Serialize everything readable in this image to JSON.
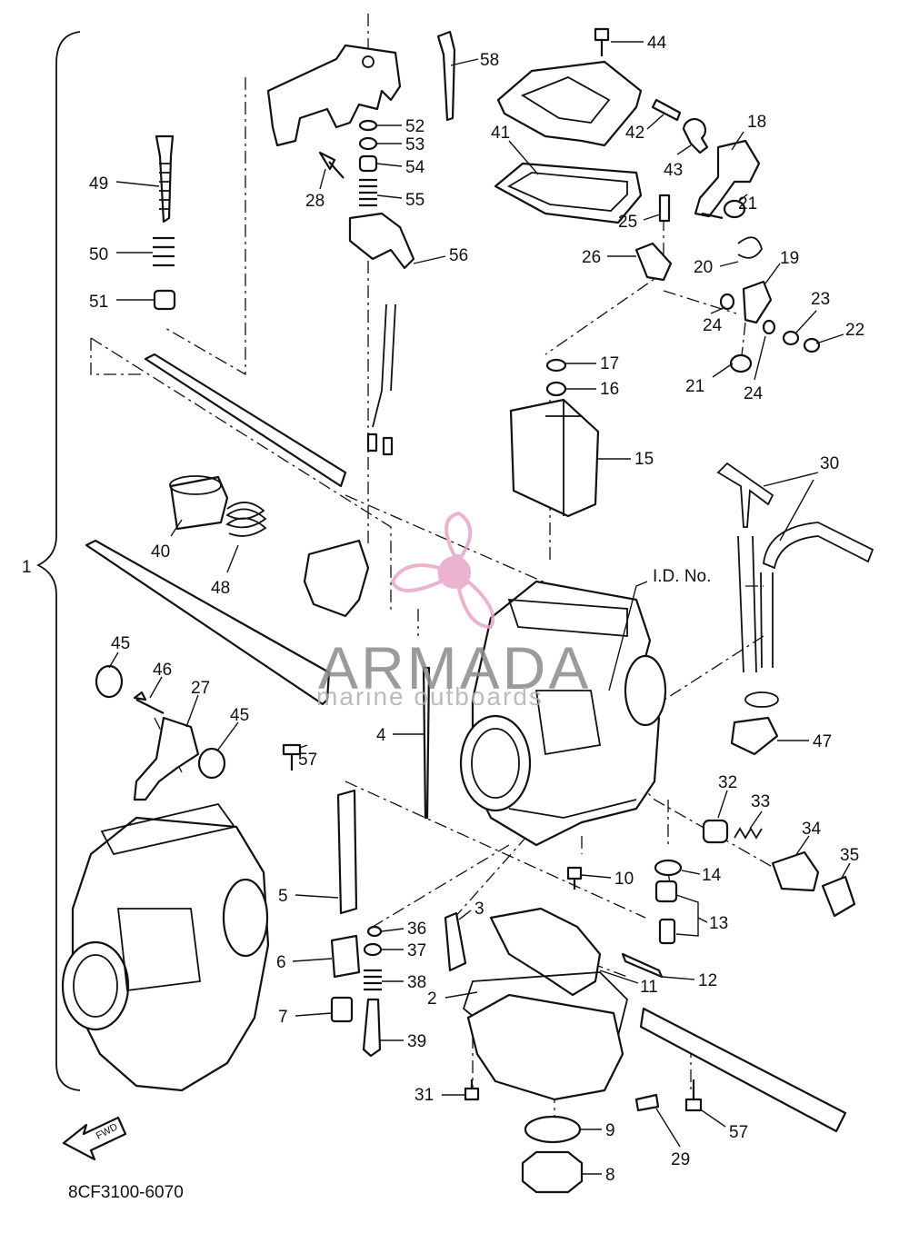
{
  "watermark": {
    "brand": "ARMADA",
    "tagline": "marine outboards",
    "logo_color": "#e9a6c8",
    "brand_color": "#8a8a8a"
  },
  "diagram_code": "8CF3100-6070",
  "fwd_label": "FWD",
  "id_label": "I.D. No.",
  "assembly_label": "1",
  "callouts": [
    {
      "id": "c58",
      "text": "58"
    },
    {
      "id": "c44",
      "text": "44"
    },
    {
      "id": "c52",
      "text": "52"
    },
    {
      "id": "c53",
      "text": "53"
    },
    {
      "id": "c54",
      "text": "54"
    },
    {
      "id": "c55",
      "text": "55"
    },
    {
      "id": "c28",
      "text": "28"
    },
    {
      "id": "c56",
      "text": "56"
    },
    {
      "id": "c41",
      "text": "41"
    },
    {
      "id": "c42",
      "text": "42"
    },
    {
      "id": "c43",
      "text": "43"
    },
    {
      "id": "c18",
      "text": "18"
    },
    {
      "id": "c49",
      "text": "49"
    },
    {
      "id": "c50",
      "text": "50"
    },
    {
      "id": "c51",
      "text": "51"
    },
    {
      "id": "c25",
      "text": "25"
    },
    {
      "id": "c21a",
      "text": "21"
    },
    {
      "id": "c26",
      "text": "26"
    },
    {
      "id": "c20",
      "text": "20"
    },
    {
      "id": "c19",
      "text": "19"
    },
    {
      "id": "c24a",
      "text": "24"
    },
    {
      "id": "c23",
      "text": "23"
    },
    {
      "id": "c22",
      "text": "22"
    },
    {
      "id": "c17",
      "text": "17"
    },
    {
      "id": "c16",
      "text": "16"
    },
    {
      "id": "c21b",
      "text": "21"
    },
    {
      "id": "c24b",
      "text": "24"
    },
    {
      "id": "c15",
      "text": "15"
    },
    {
      "id": "c30",
      "text": "30"
    },
    {
      "id": "c40",
      "text": "40"
    },
    {
      "id": "c48",
      "text": "48"
    },
    {
      "id": "c45a",
      "text": "45"
    },
    {
      "id": "c46",
      "text": "46"
    },
    {
      "id": "c27",
      "text": "27"
    },
    {
      "id": "c45b",
      "text": "45"
    },
    {
      "id": "c4",
      "text": "4"
    },
    {
      "id": "c57a",
      "text": "57"
    },
    {
      "id": "c47",
      "text": "47"
    },
    {
      "id": "c32",
      "text": "32"
    },
    {
      "id": "c33",
      "text": "33"
    },
    {
      "id": "c34",
      "text": "34"
    },
    {
      "id": "c35",
      "text": "35"
    },
    {
      "id": "c10",
      "text": "10"
    },
    {
      "id": "c14",
      "text": "14"
    },
    {
      "id": "c13",
      "text": "13"
    },
    {
      "id": "c5",
      "text": "5"
    },
    {
      "id": "c3",
      "text": "3"
    },
    {
      "id": "c36",
      "text": "36"
    },
    {
      "id": "c37",
      "text": "37"
    },
    {
      "id": "c6",
      "text": "6"
    },
    {
      "id": "c38",
      "text": "38"
    },
    {
      "id": "c2",
      "text": "2"
    },
    {
      "id": "c11",
      "text": "11"
    },
    {
      "id": "c12",
      "text": "12"
    },
    {
      "id": "c7",
      "text": "7"
    },
    {
      "id": "c39",
      "text": "39"
    },
    {
      "id": "c31",
      "text": "31"
    },
    {
      "id": "c9",
      "text": "9"
    },
    {
      "id": "c29",
      "text": "29"
    },
    {
      "id": "c57b",
      "text": "57"
    },
    {
      "id": "c8",
      "text": "8"
    }
  ]
}
